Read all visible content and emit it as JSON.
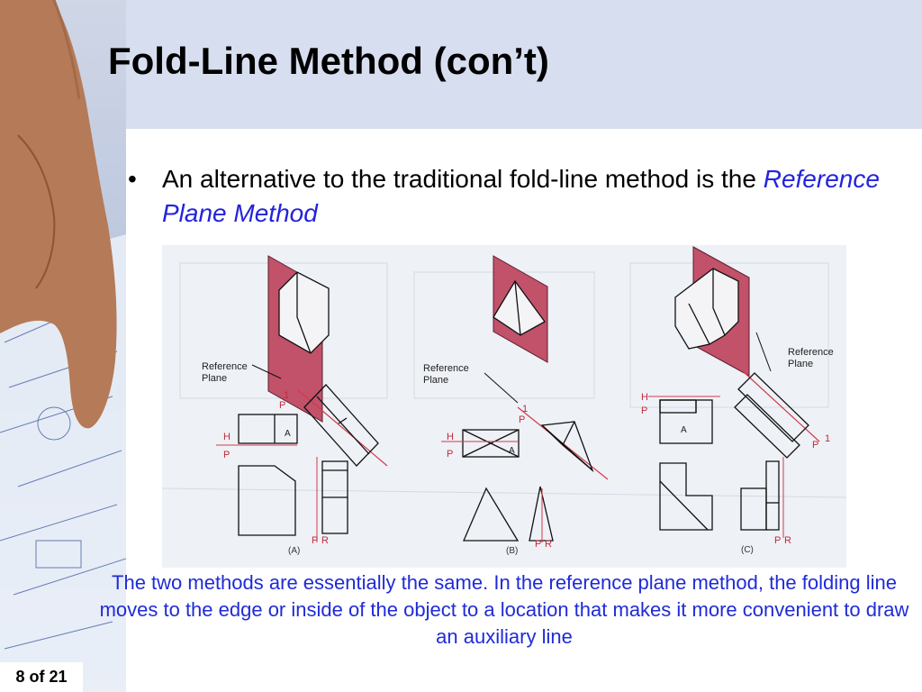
{
  "slide": {
    "title": "Fold-Line Method (con’t)",
    "bullet": {
      "symbol": "•",
      "text_before": "An alternative to the traditional fold-line method is the ",
      "highlight": "Reference Plane Method"
    },
    "figure": {
      "panels": [
        {
          "label": "(A)",
          "reference_label": [
            "Reference",
            "Plane"
          ],
          "fold_labels": [
            "H",
            "P",
            "P",
            "R",
            "P",
            "1"
          ],
          "face_label": "A"
        },
        {
          "label": "(B)",
          "reference_label": [
            "Reference",
            "Plane"
          ],
          "fold_labels": [
            "H",
            "P",
            "P",
            "R",
            "P",
            "1"
          ],
          "face_label": "A"
        },
        {
          "label": "(C)",
          "reference_label": [
            "Reference",
            "Plane"
          ],
          "fold_labels": [
            "H",
            "P",
            "P",
            "R",
            "P",
            "1"
          ],
          "face_label": "A"
        }
      ]
    },
    "caption": "The two methods are essentially the same.  In the reference plane method, the folding line moves to the edge or inside of the object to a location that makes it more convenient to draw an auxiliary line",
    "page_number": "8 of 21"
  },
  "colors": {
    "title_band": "#d7deef",
    "highlight": "#2323dc",
    "caption": "#1f2bd6",
    "reference_plane": "#c2516a",
    "fold_line": "#d23c4b"
  }
}
